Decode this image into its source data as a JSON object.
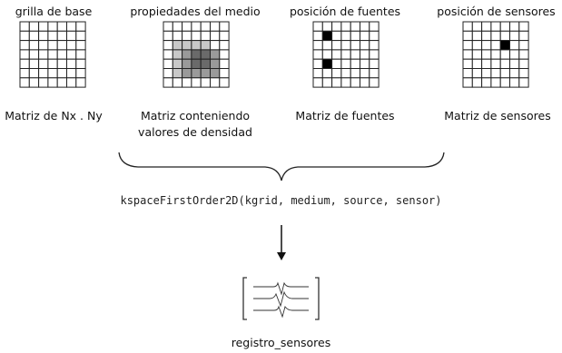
{
  "panels": [
    {
      "title": "grilla de base",
      "caption_lines": [
        "Matriz de Nx . Ny"
      ]
    },
    {
      "title": "propiedades del medio",
      "caption_lines": [
        "Matriz conteniendo",
        "valores de densidad"
      ]
    },
    {
      "title": "posición de fuentes",
      "caption_lines": [
        "Matriz de fuentes"
      ]
    },
    {
      "title": "posición de sensores",
      "caption_lines": [
        "Matriz de sensores"
      ]
    }
  ],
  "grids": [
    {
      "rows": 7,
      "cols": 7,
      "fill": []
    },
    {
      "rows": 7,
      "cols": 7,
      "fill": [
        {
          "r": 2,
          "c": 1,
          "color": "#c8c8c8"
        },
        {
          "r": 2,
          "c": 2,
          "color": "#c8c8c8"
        },
        {
          "r": 2,
          "c": 3,
          "color": "#c8c8c8"
        },
        {
          "r": 2,
          "c": 4,
          "color": "#c8c8c8"
        },
        {
          "r": 3,
          "c": 1,
          "color": "#c8c8c8"
        },
        {
          "r": 3,
          "c": 2,
          "color": "#9a9a9a"
        },
        {
          "r": 3,
          "c": 3,
          "color": "#6a6a6a"
        },
        {
          "r": 3,
          "c": 4,
          "color": "#6a6a6a"
        },
        {
          "r": 3,
          "c": 5,
          "color": "#9a9a9a"
        },
        {
          "r": 4,
          "c": 1,
          "color": "#c8c8c8"
        },
        {
          "r": 4,
          "c": 2,
          "color": "#9a9a9a"
        },
        {
          "r": 4,
          "c": 3,
          "color": "#6a6a6a"
        },
        {
          "r": 4,
          "c": 4,
          "color": "#6a6a6a"
        },
        {
          "r": 4,
          "c": 5,
          "color": "#9a9a9a"
        },
        {
          "r": 5,
          "c": 1,
          "color": "#c8c8c8"
        },
        {
          "r": 5,
          "c": 2,
          "color": "#9a9a9a"
        },
        {
          "r": 5,
          "c": 3,
          "color": "#9a9a9a"
        },
        {
          "r": 5,
          "c": 4,
          "color": "#9a9a9a"
        },
        {
          "r": 5,
          "c": 5,
          "color": "#9a9a9a"
        }
      ]
    },
    {
      "rows": 7,
      "cols": 7,
      "fill": [
        {
          "r": 1,
          "c": 1,
          "color": "#000000"
        },
        {
          "r": 4,
          "c": 1,
          "color": "#000000"
        }
      ]
    },
    {
      "rows": 7,
      "cols": 7,
      "fill": [
        {
          "r": 2,
          "c": 4,
          "color": "#000000"
        }
      ]
    }
  ],
  "function_call": "kspaceFirstOrder2D(kgrid, medium, source, sensor)",
  "output_label": "registro_sensores"
}
